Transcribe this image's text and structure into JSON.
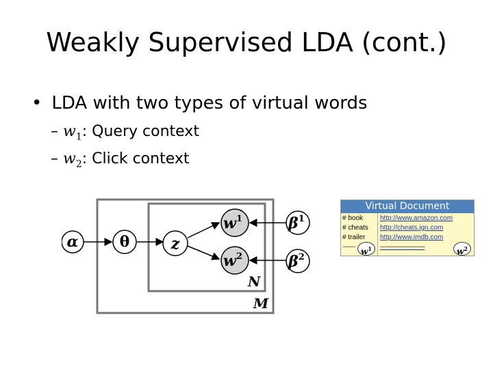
{
  "slide": {
    "title": "Weakly Supervised LDA (cont.)",
    "bullet": "LDA with two types of virtual words",
    "subpoints": [
      {
        "var": "w",
        "sub": "1",
        "text": ": Query context"
      },
      {
        "var": "w",
        "sub": "2",
        "text": ":  Click context"
      }
    ]
  },
  "diagram": {
    "nodes": {
      "alpha": "α",
      "theta": "θ",
      "z": "z",
      "w1": "w",
      "w1_sup": "1",
      "w2": "w",
      "w2_sup": "2",
      "beta1": "β",
      "beta1_sup": "1",
      "beta2": "β",
      "beta2_sup": "2"
    },
    "plates": {
      "inner": "N",
      "outer": "M"
    }
  },
  "virtual_document": {
    "header": "Virtual Document",
    "queries": [
      "# book",
      "# cheats",
      "# trailer"
    ],
    "urls": [
      "http://www.amazon.com",
      "http://cheats.ign.com",
      "http://www.imdb.com"
    ],
    "w1": "w",
    "w1_sup": "1",
    "w2": "w",
    "w2_sup": "2"
  }
}
